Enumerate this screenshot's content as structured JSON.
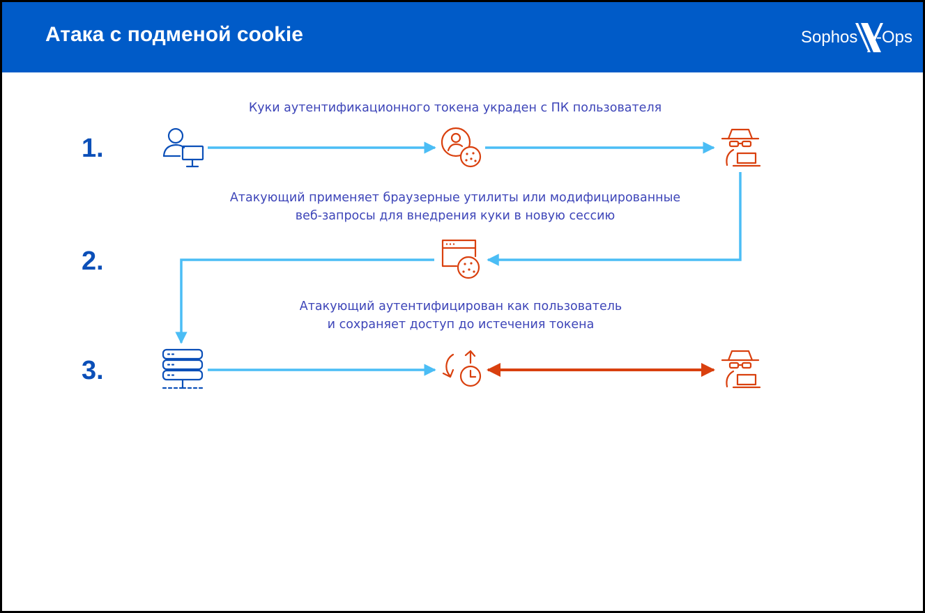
{
  "header": {
    "title": "Атака с подменой cookie",
    "brand": "Sophos X-Ops",
    "background": "#005bc8"
  },
  "steps": [
    {
      "number": "1.",
      "caption": [
        "Куки аутентификационного токена украден с ПК пользователя"
      ],
      "icons": [
        "user-computer-icon",
        "cookie-identity-icon",
        "hacker-laptop-icon"
      ]
    },
    {
      "number": "2.",
      "caption": [
        "Атакующий применяет браузерные утилиты или модифицированные",
        "веб-запросы для внедрения куки в новую сессию"
      ],
      "icons": [
        "browser-cookie-icon"
      ]
    },
    {
      "number": "3.",
      "caption": [
        "Атакующий аутентифицирован как пользователь",
        "и сохраняет доступ до истечения токена"
      ],
      "icons": [
        "server-icon",
        "session-clock-icon",
        "hacker-laptop-icon"
      ]
    }
  ],
  "colors": {
    "flow_arrow": "#4bbdf5",
    "attacker_arrow": "#d9400e",
    "user_icon": "#0b4fb8",
    "attacker_icon": "#d9400e",
    "step_number": "#0b4fb8",
    "caption_text": "#3d45b8"
  }
}
